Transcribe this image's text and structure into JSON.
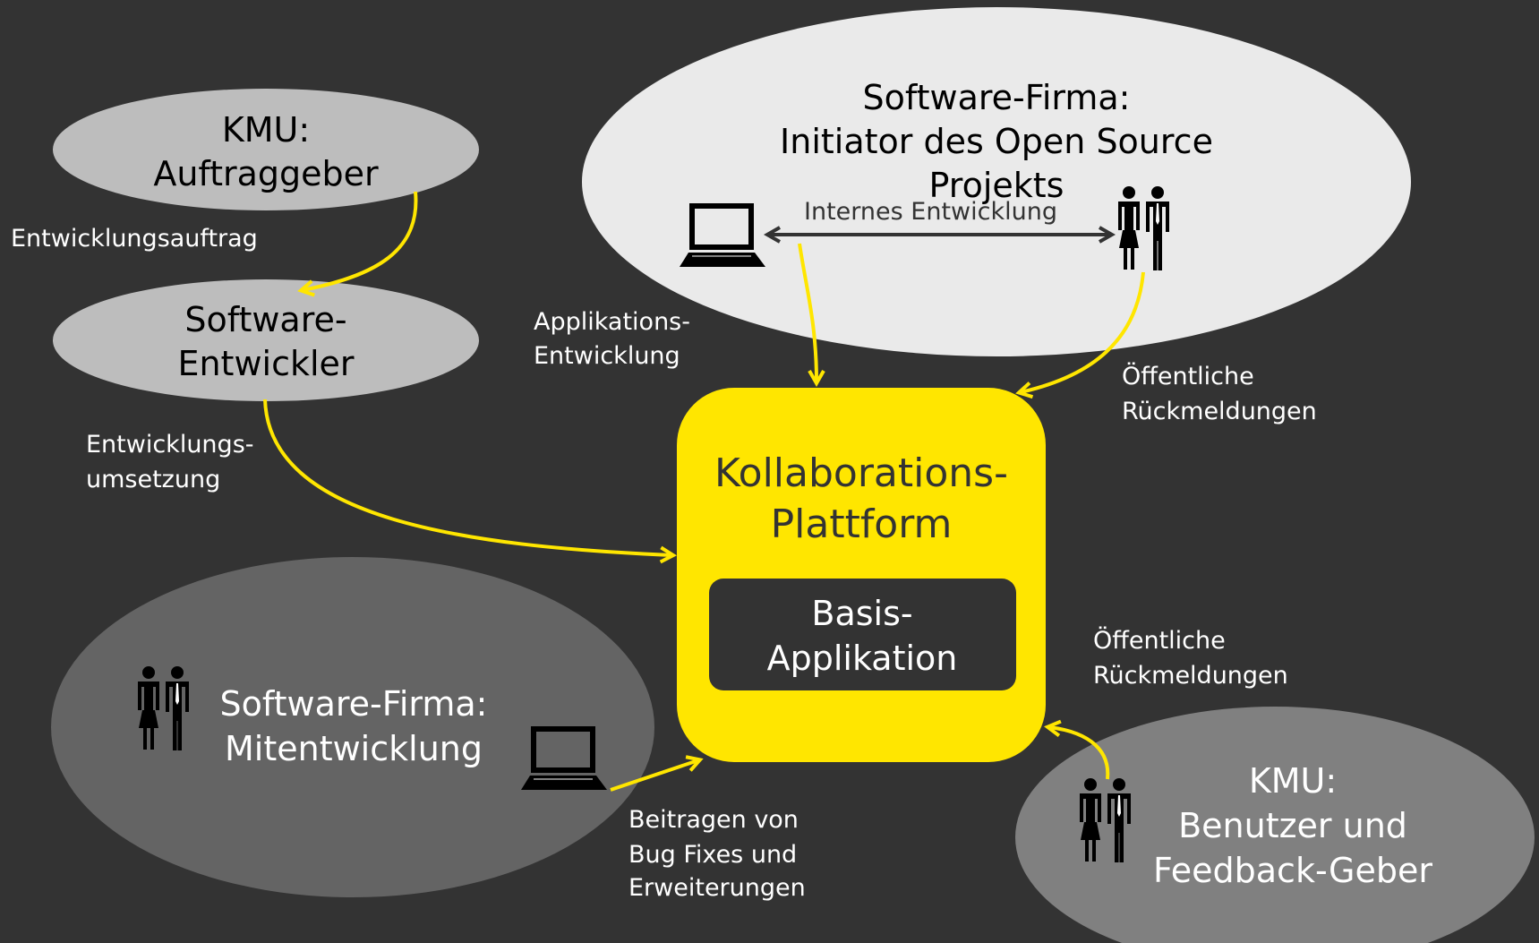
{
  "colors": {
    "background": "#333333",
    "accent_yellow": "#FFE600",
    "ellipse_light": "#EAEAEA",
    "ellipse_mid": "#BDBDBD",
    "ellipse_dark": "#646464",
    "ellipse_right": "#808080",
    "inner_box": "#333333"
  },
  "nodes": {
    "kmu_auftraggeber": {
      "line1": "KMU:",
      "line2": "Auftraggeber"
    },
    "software_entwickler": {
      "line1": "Software-",
      "line2": "Entwickler"
    },
    "software_firma_initiator": {
      "line1": "Software-Firma:",
      "line2": "Initiator des Open Source",
      "line3": "Projekts"
    },
    "kollaborations_plattform": {
      "line1": "Kollaborations-",
      "line2": "Plattform"
    },
    "basis_applikation": {
      "line1": "Basis-",
      "line2": "Applikation"
    },
    "software_firma_mitentwicklung": {
      "line1": "Software-Firma:",
      "line2": "Mitentwicklung"
    },
    "kmu_benutzer": {
      "line1": "KMU:",
      "line2": "Benutzer und",
      "line3": "Feedback-Geber"
    }
  },
  "edges": {
    "entwicklungsauftrag": {
      "line1": "Entwicklungsauftrag"
    },
    "entwicklungsumsetzung": {
      "line1": "Entwicklungs-",
      "line2": "umsetzung"
    },
    "internes_entwicklung": {
      "line1": "Internes Entwicklung"
    },
    "applikations_entwicklung": {
      "line1": "Applikations-",
      "line2": "Entwicklung"
    },
    "oeffentliche_rueckmeldungen_top": {
      "line1": "Öffentliche",
      "line2": "Rückmeldungen"
    },
    "oeffentliche_rueckmeldungen_bottom": {
      "line1": "Öffentliche",
      "line2": "Rückmeldungen"
    },
    "beitragen": {
      "line1": "Beitragen von",
      "line2": "Bug Fixes und",
      "line3": "Erweiterungen"
    }
  },
  "icons": [
    "laptop-icon",
    "people-icon"
  ]
}
